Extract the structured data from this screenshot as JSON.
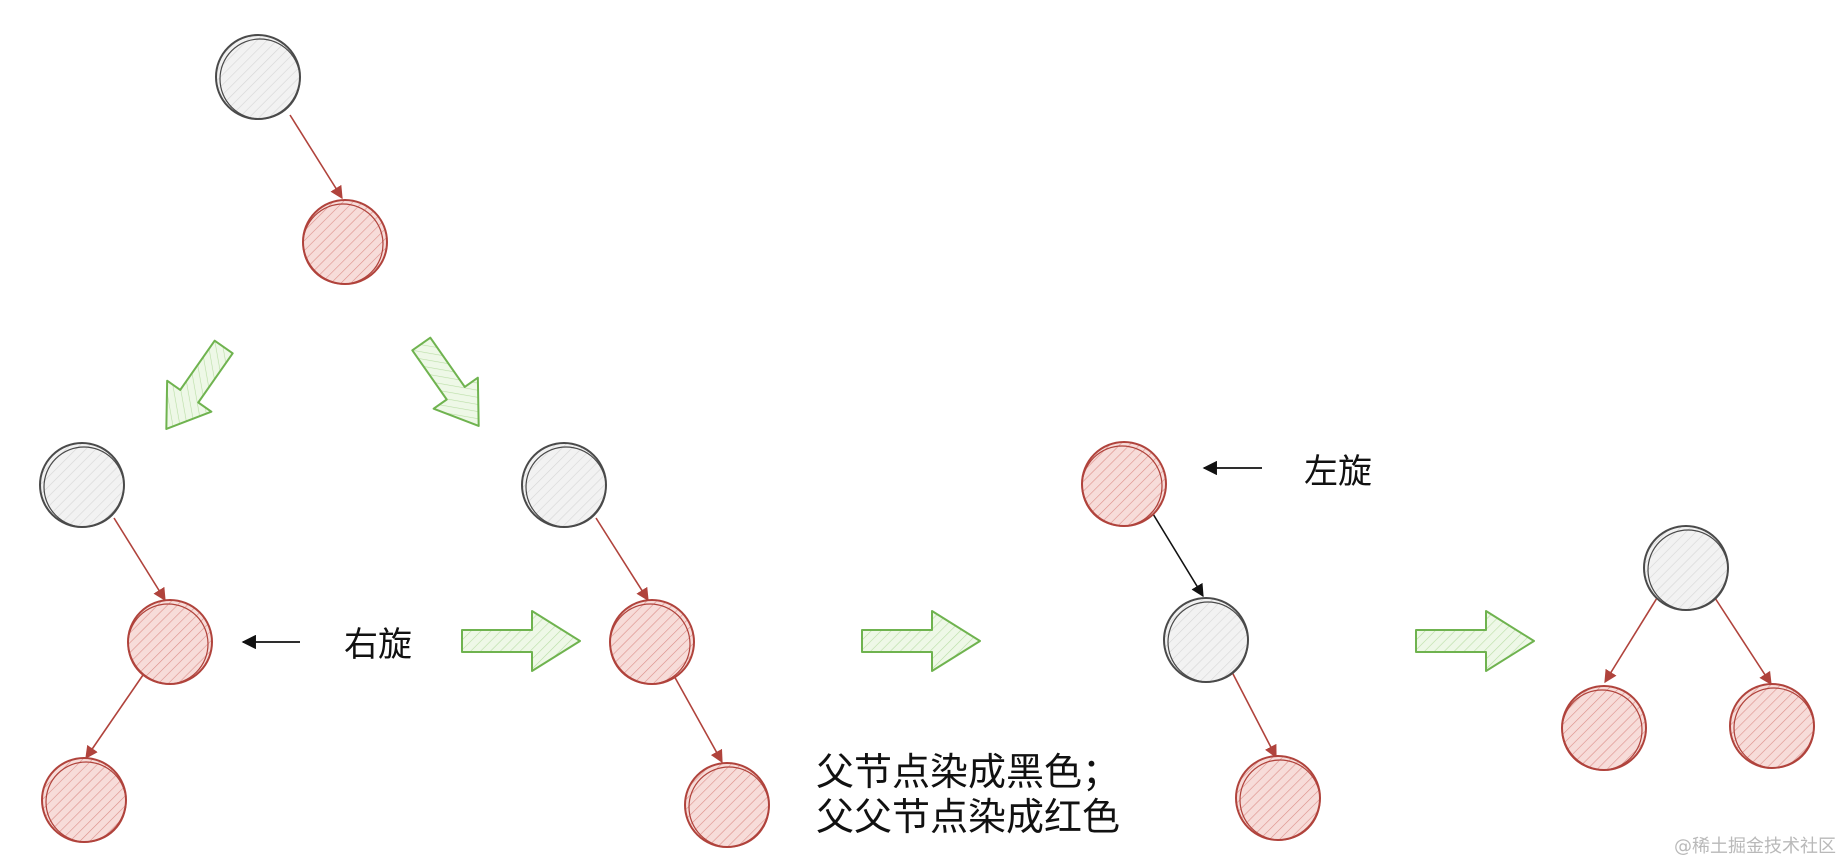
{
  "labels": {
    "rotate_right": "右旋",
    "rotate_left": "左旋",
    "recolor_line1": "父节点染成黑色；",
    "recolor_line2": "父父节点染成红色",
    "watermark": "@稀土掘金技术社区"
  },
  "colors": {
    "black_node_stroke": "#4a4a4a",
    "black_node_fill": "#eeeeee",
    "red_node_stroke": "#b0433c",
    "red_node_fill": "#f3c8c4",
    "edge_red": "#b0433c",
    "edge_black": "#111111",
    "big_arrow_stroke": "#6fb34f",
    "big_arrow_fill": "#e3f3d7"
  }
}
